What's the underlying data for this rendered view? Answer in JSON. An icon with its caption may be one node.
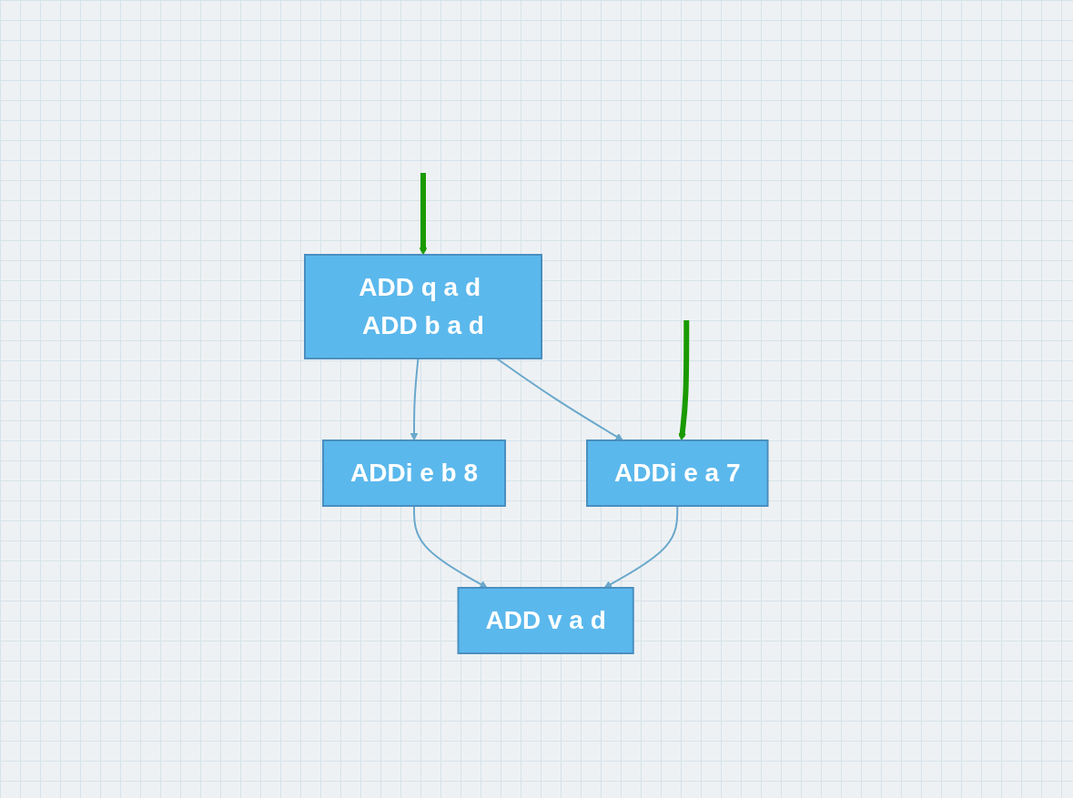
{
  "diagram": {
    "nodes": [
      {
        "text": [
          "ADD q a d ADD b a d"
        ]
      },
      {
        "text": [
          "ADDi e b 8"
        ]
      },
      {
        "text": [
          "ADDi e a 7"
        ]
      },
      {
        "text": [
          "ADD v a d"
        ]
      }
    ],
    "edges": [
      {
        "from": 0,
        "to": 1,
        "arrow": "to"
      },
      {
        "from": 0,
        "to": 2,
        "arrow": "to"
      },
      {
        "from": 1,
        "to": 3,
        "arrow": "to"
      },
      {
        "from": 2,
        "to": 3,
        "arrow": "to"
      },
      {
        "from": null,
        "to": 0,
        "arrow": "to",
        "style": "thick",
        "color": "#1a9a00"
      },
      {
        "from": null,
        "to": 2,
        "arrow": "to",
        "style": "thick",
        "color": "#1a9a00"
      }
    ]
  }
}
